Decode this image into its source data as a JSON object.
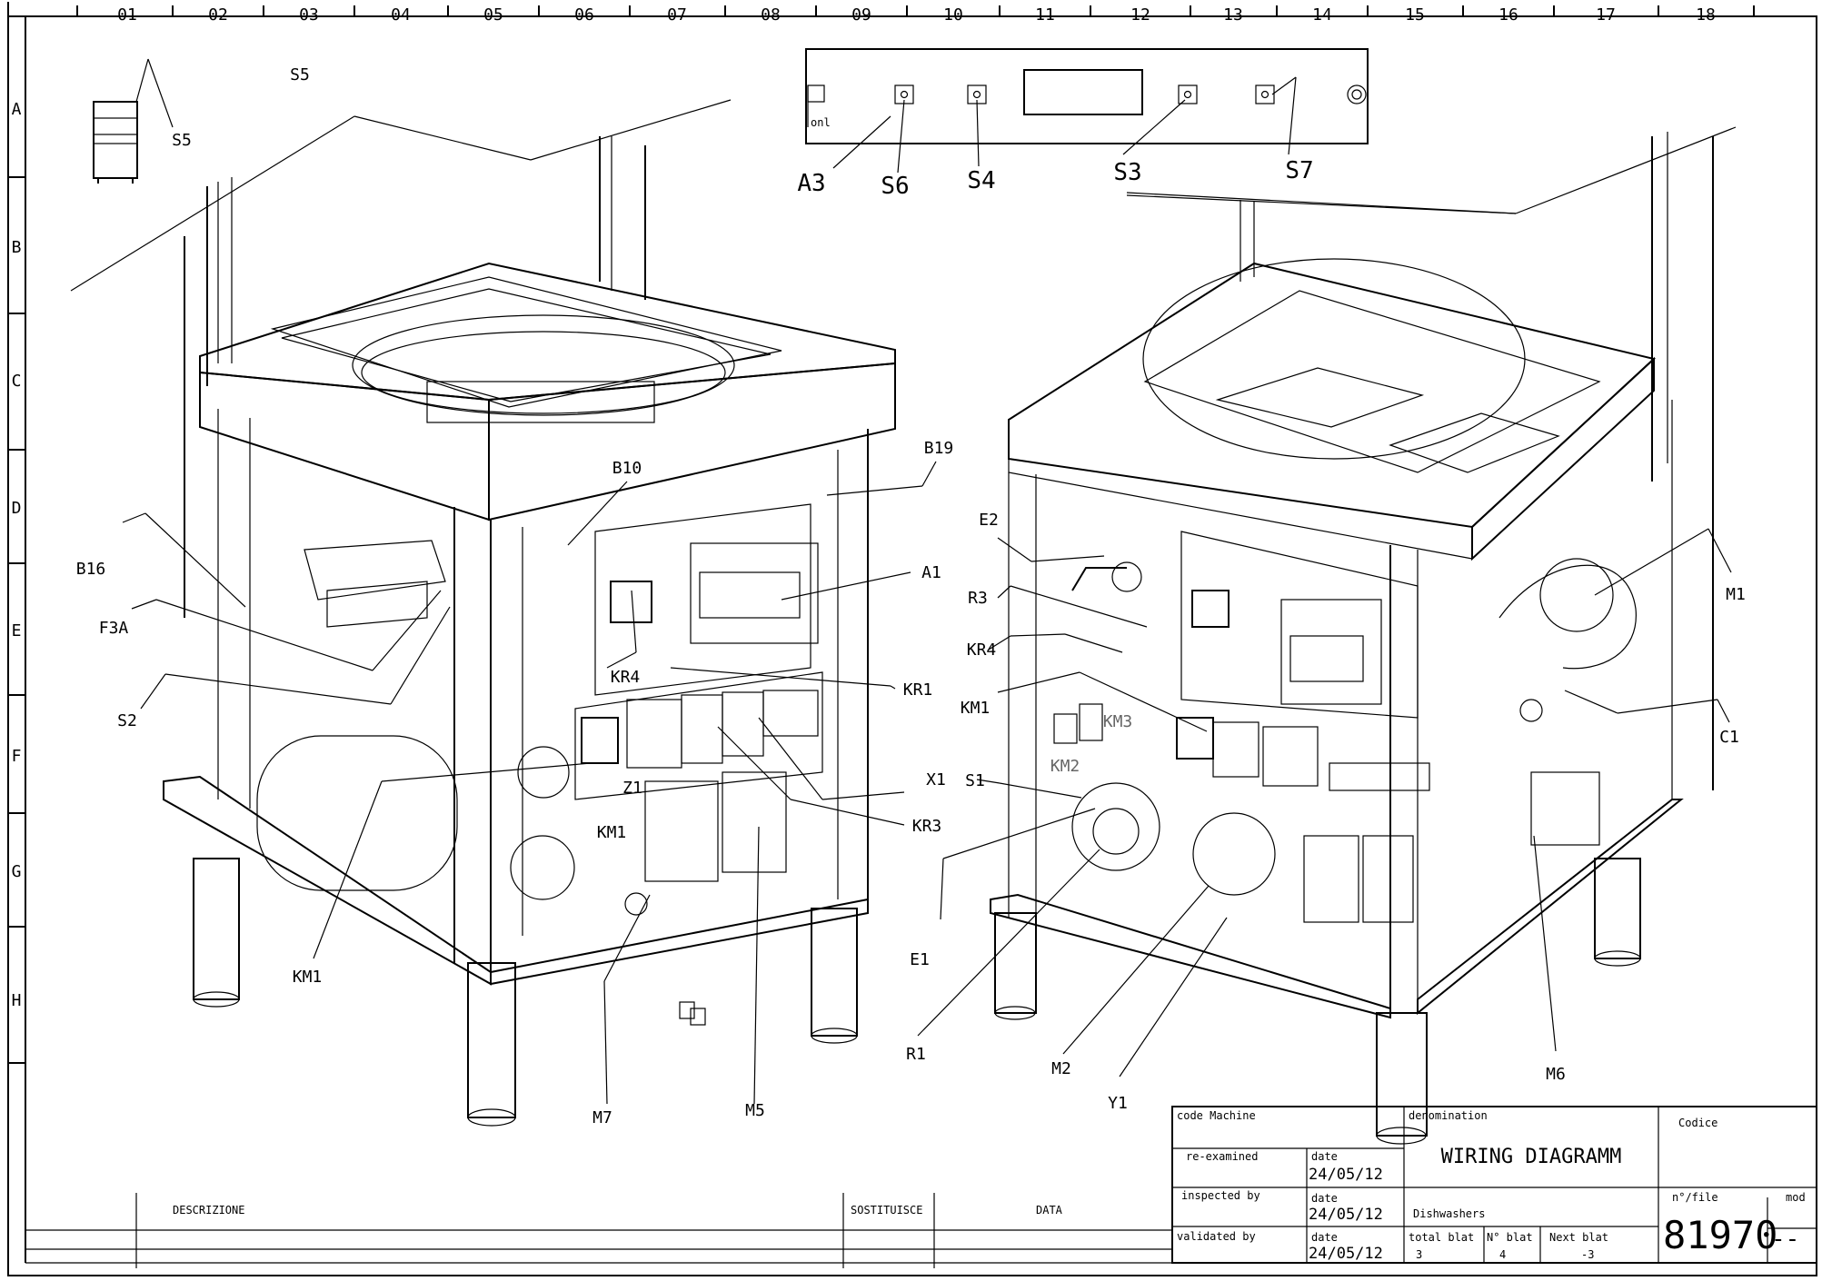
{
  "columns": [
    "01",
    "02",
    "03",
    "04",
    "05",
    "06",
    "07",
    "08",
    "09",
    "10",
    "11",
    "12",
    "13",
    "14",
    "15",
    "16",
    "17",
    "18"
  ],
  "rows": [
    "A",
    "B",
    "C",
    "D",
    "E",
    "F",
    "G",
    "H"
  ],
  "labels": {
    "S5_top": "S5",
    "S5_icon": "S5",
    "A3": "A3",
    "S6": "S6",
    "S4": "S4",
    "S3": "S3",
    "S7": "S7",
    "B19": "B19",
    "B10": "B10",
    "B16": "B16",
    "F3A": "F3A",
    "S2": "S2",
    "A1": "A1",
    "KR4_left": "KR4",
    "KR1": "KR1",
    "X1": "X1",
    "KR3": "KR3",
    "Z1": "Z1",
    "KM1_inner": "KM1",
    "KM1_left": "KM1",
    "M7": "M7",
    "M5": "M5",
    "E2": "E2",
    "R3": "R3",
    "KR4_right": "KR4",
    "KM1_right": "KM1",
    "KM3": "KM3",
    "KM2": "KM2",
    "S1": "S1",
    "E1": "E1",
    "R1": "R1",
    "M2": "M2",
    "Y1": "Y1",
    "M6": "M6",
    "M1": "M1",
    "C1": "C1"
  },
  "panel": {
    "onl": "onl"
  },
  "revision_table": {
    "descrizione": "DESCRIZIONE",
    "sostituisce": "SOSTITUISCE",
    "data": "DATA"
  },
  "title_block": {
    "code_machine": "code Machine",
    "denomination": "denomination",
    "codice": "Codice",
    "title": "WIRING DIAGRAMM",
    "re_examined": "re-examined",
    "inspected_by": "inspected by",
    "validated_by": "validated by",
    "date_label": "date",
    "date1": "24/05/12",
    "date2": "24/05/12",
    "date3": "24/05/12",
    "product": "Dishwashers",
    "file_label": "n°/file",
    "mod_label": "mod",
    "file_number": "81970",
    "mod_value": "--",
    "total_blat_label": "total blat",
    "total_blat": "3",
    "n_blat_label": "N° blat",
    "n_blat": "4",
    "next_blat_label": "Next blat",
    "next_blat": "-3"
  }
}
